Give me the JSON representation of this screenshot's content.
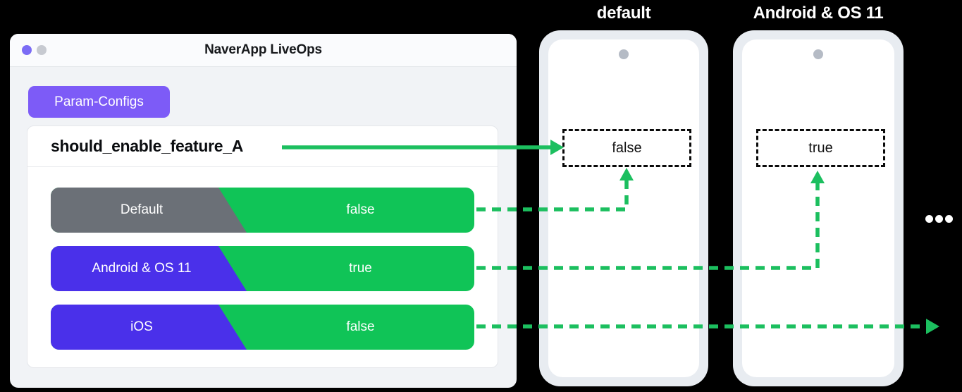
{
  "window": {
    "title": "NaverApp LiveOps",
    "param_configs_label": "Param-Configs",
    "feature_key": "should_enable_feature_A",
    "rows": [
      {
        "label": "Default",
        "value": "false",
        "color": "#6B7077"
      },
      {
        "label": "Android & OS 11",
        "value": "true",
        "color": "#4A30EA"
      },
      {
        "label": "iOS",
        "value": "false",
        "color": "#4A30EA"
      }
    ]
  },
  "phones": [
    {
      "label": "default",
      "value": "false"
    },
    {
      "label": "Android & OS 11",
      "value": "true"
    }
  ],
  "colors": {
    "value_green": "#10C457",
    "arrow_green": "#1CBF5F",
    "row_blue": "#4A30EA",
    "row_gray": "#6B7077",
    "accent_purple": "#7D5BF7",
    "dot_purple": "#7B6CF5"
  }
}
